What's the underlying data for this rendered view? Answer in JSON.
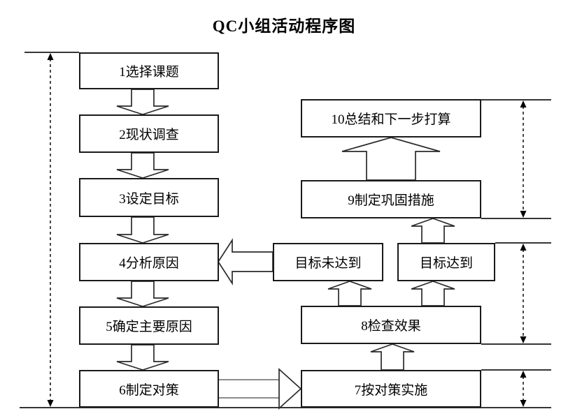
{
  "title": "QC小组活动程序图",
  "colors": {
    "line": "#1a1a1a",
    "background": "#ffffff",
    "arrow_shaft_gray": "#8c8c8c"
  },
  "flow": {
    "steps": [
      {
        "label": "1选择课题"
      },
      {
        "label": "2现状调查"
      },
      {
        "label": "3设定目标"
      },
      {
        "label": "4分析原因"
      },
      {
        "label": "5确定主要原因"
      },
      {
        "label": "6制定对策"
      },
      {
        "label": "7按对策实施"
      },
      {
        "label": "8检查效果"
      },
      {
        "label": "9制定巩固措施"
      },
      {
        "label": "10总结和下一步打算"
      }
    ],
    "decisions": [
      {
        "id": "goal-not-met",
        "label": "目标未达到"
      },
      {
        "id": "goal-met",
        "label": "目标达到"
      }
    ]
  }
}
